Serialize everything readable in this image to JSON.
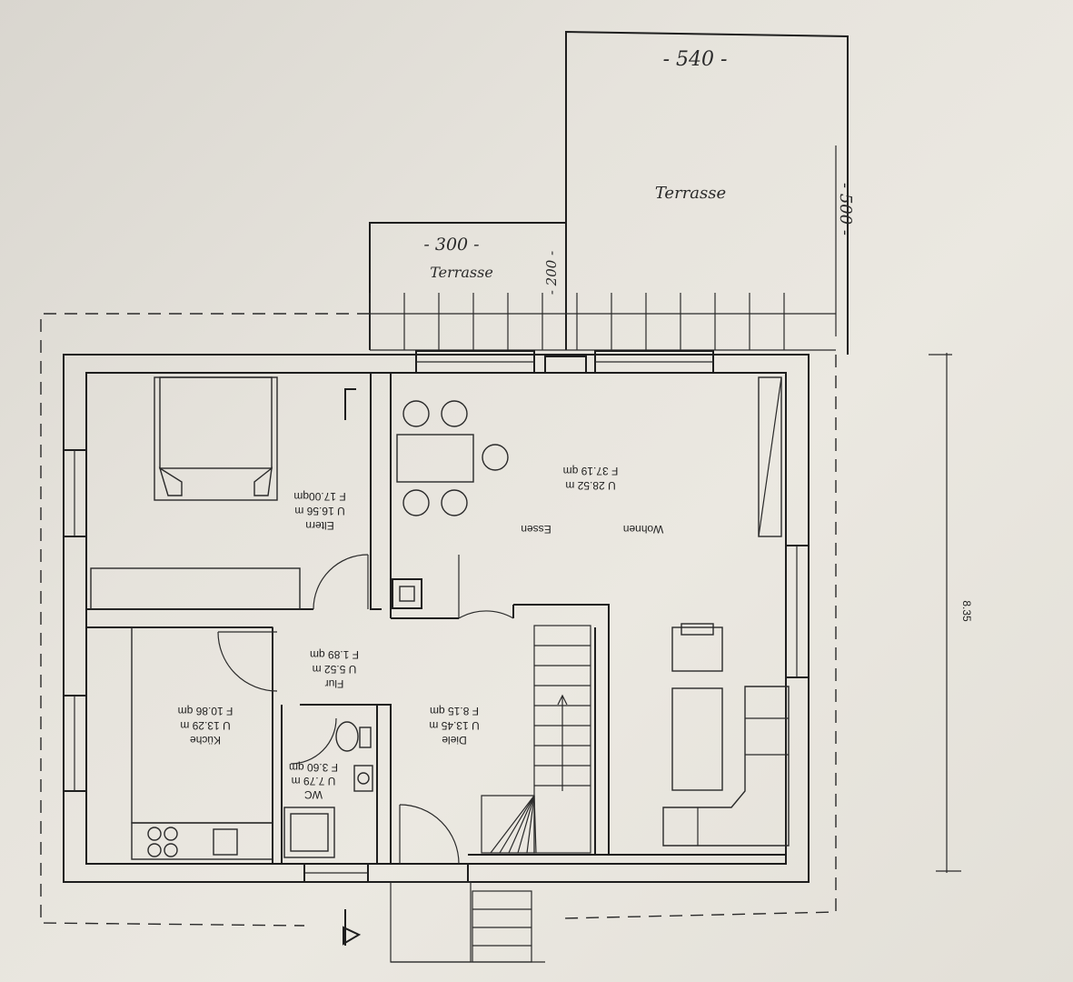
{
  "dimensions": {
    "terrace_large_width": "- 540 -",
    "terrace_large_depth": "- 500 -",
    "terrace_small_width": "- 300 -",
    "terrace_small_depth": "- 200 -",
    "building_depth": "8.35"
  },
  "terraces": {
    "large": "Terrasse",
    "small": "Terrasse"
  },
  "rooms": {
    "eltern": {
      "name": "Eltern",
      "perimeter": "U 16.56 m",
      "area": "F 17.00qm"
    },
    "wohnen": {
      "name": "Wohnen",
      "perimeter": "U 28.52 m",
      "area": "F 37.19 qm"
    },
    "essen": {
      "name": "Essen"
    },
    "flur": {
      "name": "Flur",
      "perimeter": "U 5.52 m",
      "area": "F 1.89 qm"
    },
    "kueche": {
      "name": "Küche",
      "perimeter": "U 13.29 m",
      "area": "F 10.86 qm"
    },
    "diele": {
      "name": "Diele",
      "perimeter": "U 13.45 m",
      "area": "F 8.15 qm"
    },
    "wc": {
      "name": "WC",
      "perimeter": "U 7.79 m",
      "area": "F 3.60 qm"
    }
  }
}
